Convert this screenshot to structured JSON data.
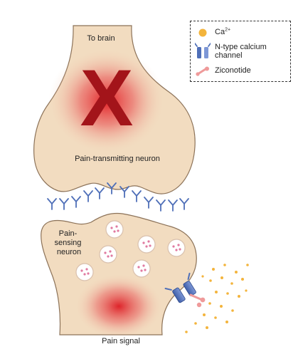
{
  "labels": {
    "top": "To brain",
    "upper_neuron": "Pain-transmitting neuron",
    "lower_neuron_line1": "Pain-",
    "lower_neuron_line2": "sensing",
    "lower_neuron_line3": "neuron",
    "bottom": "Pain signal",
    "block_mark": "X"
  },
  "legend": {
    "calcium": "Ca",
    "calcium_sup": "2+",
    "channel_line1": "N-type calcium",
    "channel_line2": "channel",
    "ziconotide": "Ziconotide"
  },
  "colors": {
    "neuron_fill": "#f2dcc0",
    "neuron_stroke": "#8c7258",
    "signal_red": "#d8282a",
    "x_mark": "#a3141a",
    "receptor": "#4f6fb8",
    "calcium": "#f3b43c",
    "ziconotide": "#ef9a9a"
  }
}
